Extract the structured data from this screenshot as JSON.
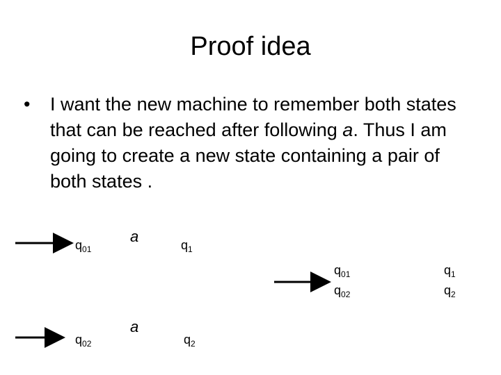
{
  "title": "Proof idea",
  "bullet": {
    "marker": "•",
    "text_before": "I want the new machine to remember both states that can be reached after following ",
    "italic_symbol": "a",
    "text_after": ". Thus I am going to create a new state containing a pair of both states ."
  },
  "diagram": {
    "states": {
      "q01": {
        "base": "q",
        "sub": "01"
      },
      "q1": {
        "base": "q",
        "sub": "1"
      },
      "q02": {
        "base": "q",
        "sub": "02"
      },
      "q2": {
        "base": "q",
        "sub": "2"
      },
      "pair_left_top": {
        "base": "q",
        "sub": "01"
      },
      "pair_left_bottom": {
        "base": "q",
        "sub": "02"
      },
      "pair_right_top": {
        "base": "q",
        "sub": "1"
      },
      "pair_right_bottom": {
        "base": "q",
        "sub": "2"
      }
    },
    "edge_labels": {
      "top": "a",
      "bottom": "a"
    }
  }
}
